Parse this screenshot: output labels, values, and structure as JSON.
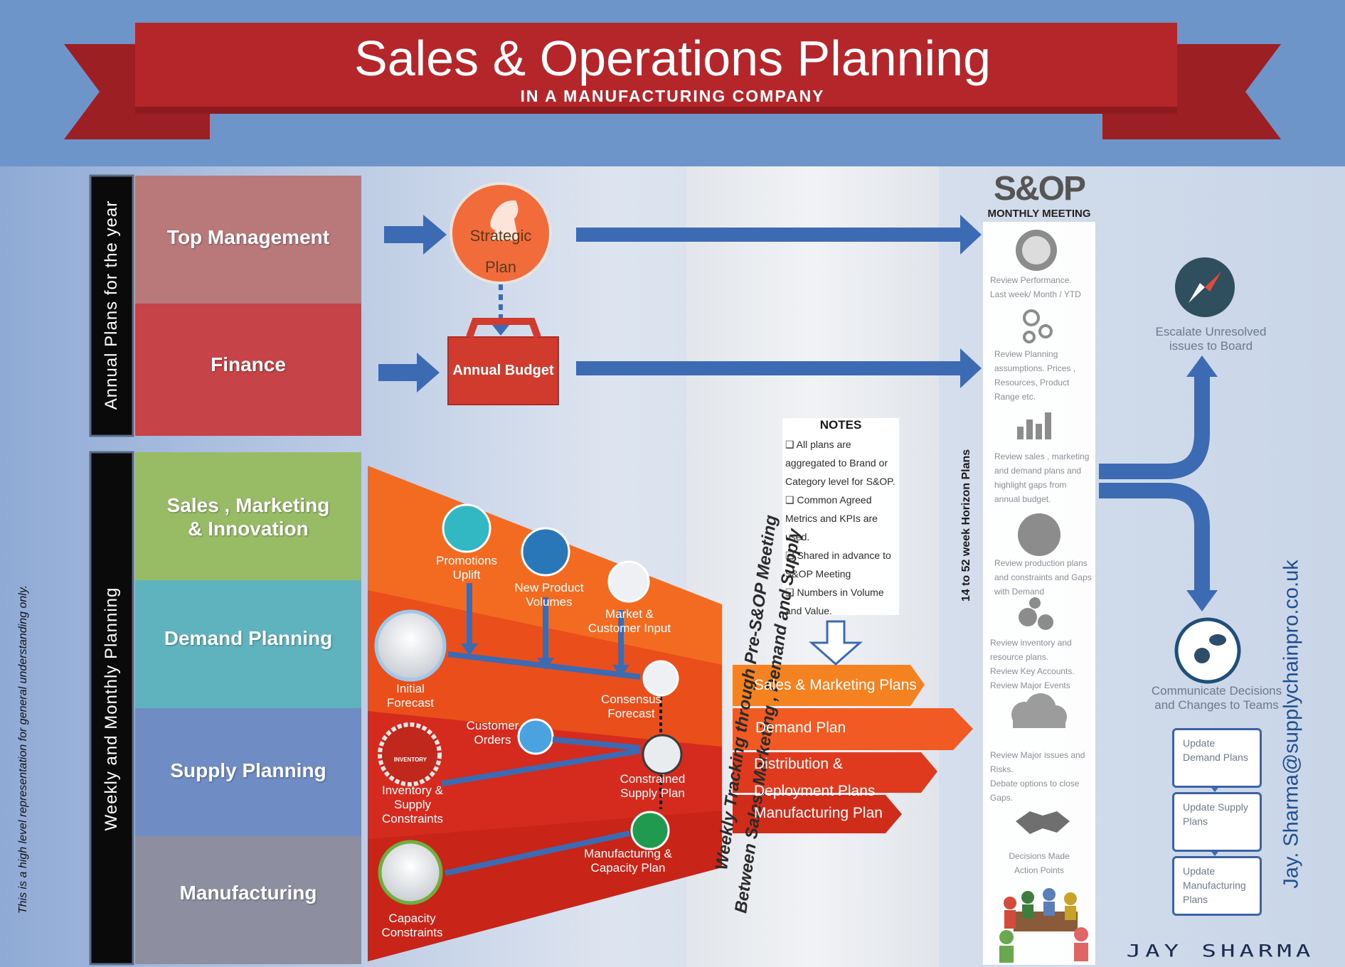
{
  "title": "Sales & Operations Planning",
  "subtitle": "IN A MANUFACTURING  COMPANY",
  "left_labels": {
    "annual": "Annual Plans for the year",
    "weekly": "Weekly  and  Monthly  Planning"
  },
  "disclaimer": "This is a high level representation for general understanding only.",
  "rows": {
    "top_management": "Top Management",
    "finance": "Finance",
    "sales_marketing": "Sales , Marketing\n& Innovation",
    "demand_planning": "Demand Planning",
    "supply_planning": "Supply Planning",
    "manufacturing": "Manufacturing"
  },
  "strategic_plan": "Strategic\nPlan",
  "annual_budget": "Annual Budget",
  "funnel_nodes": {
    "promotions": "Promotions\nUplift",
    "new_product": "New Product\nVolumes",
    "market_input": "Market &\nCustomer Input",
    "initial_forecast": "Initial\nForecast",
    "consensus_forecast": "Consensus\nForecast",
    "customer_orders": "Customer\nOrders",
    "inventory_supply": "Inventory &\nSupply\nConstraints",
    "inventory_badge": "INVENTORY",
    "constrained_supply": "Constrained\nSupply Plan",
    "mfg_capacity": "Manufacturing &\nCapacity Plan",
    "capacity_constraints": "Capacity\nConstraints"
  },
  "diagonal_text_1": "Weekly Tracking through Pre-S&OP Meeting",
  "diagonal_text_2": "Between Sales, Marketing , Demand and Supply",
  "plans": {
    "sales_marketing": "Sales & Marketing Plans",
    "demand": "Demand Plan",
    "distribution": "Distribution &\nDeployment Plans",
    "manufacturing": "Manufacturing Plan"
  },
  "notes": {
    "title": "NOTES",
    "items": [
      "All plans are aggregated  to Brand or Category  level for S&OP.",
      "Common Agreed Metrics and KPIs are used.",
      "Shared in advance to S&OP Meeting",
      "Numbers in Volume and Value."
    ]
  },
  "horizon_label": "14 to 52 week Horizon Plans",
  "sop_logo": "S&OP",
  "monthly_meeting": "MONTHLY  MEETING",
  "meeting_items": [
    "Review Performance.\nLast week/ Month  / YTD",
    "Review Planning\nassumptions. Prices ,\nResources, Product\nRange etc.",
    "Review sales , marketing\nand demand plans and\nhighlight gaps from\nannual budget.",
    "Review production plans\nand constraints and Gaps\nwith Demand",
    "Review inventory and\nresource plans.\nReview Key Accounts.\nReview Major Events",
    "Review Major issues and\nRisks.\nDebate options to  close\nGaps.",
    "Decisions Made\nAction Points"
  ],
  "escalate": "Escalate Unresolved\nissues to Board",
  "communicate": "Communicate Decisions\nand Changes to Teams",
  "updates": [
    "Update\nDemand Plans",
    "Update Supply\nPlans",
    "Update\nManufacturing\nPlans"
  ],
  "contact": "Jay. Sharma@supplychainpro.co.uk",
  "signature": "JAY SHARMA",
  "colors": {
    "banner": "#b5262b",
    "top_bar": "#6b93c8",
    "arrow_blue": "#3d6bb3",
    "orange": "#f26522",
    "red": "#d42e1b"
  }
}
